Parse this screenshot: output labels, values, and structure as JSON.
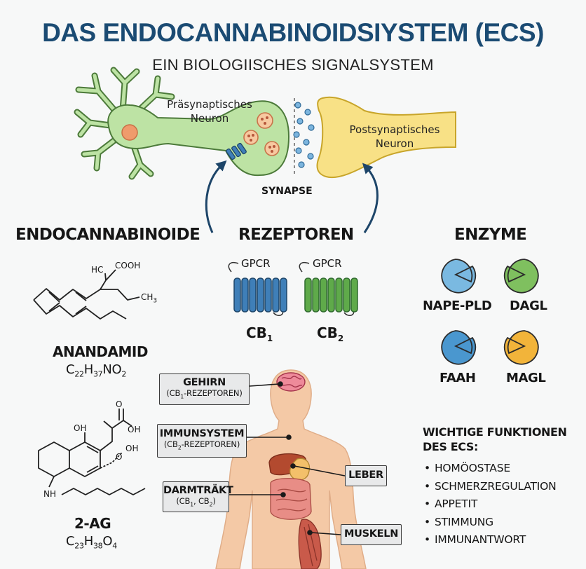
{
  "title": "DAS ENDOCANNABINOIDSIYSTEM (ECS)",
  "subtitle": "EIN BIOLOGIISCHES SIGNALSYSTEM",
  "neurons": {
    "presynaptic": "Präsynaptisches Neuron",
    "postsynaptic": "Postsynaptisches Neuron",
    "synapse": "SYNAPSE"
  },
  "sections": {
    "endocannabinoids": "ENDOCANNABINOIDE",
    "receptors": "REZEPTOREN",
    "enzymes": "ENZYME"
  },
  "molecules": {
    "anandamide": {
      "name": "ANANDAMID",
      "formula": [
        [
          "C",
          "22"
        ],
        [
          "H",
          "37"
        ],
        [
          "NO",
          "2"
        ]
      ],
      "labels": {
        "hc": "HC",
        "cooh": "COOH",
        "ch": "CH",
        "ch_sub": "3"
      }
    },
    "two_ag": {
      "name": "2-AG",
      "formula": [
        [
          "C",
          "23"
        ],
        [
          "H",
          "38"
        ],
        [
          "O",
          "4"
        ]
      ],
      "labels": {
        "o": "O",
        "oh1": "OH",
        "oh2": "OH",
        "oh3": "OH",
        "o2": "O",
        "nh": "NH"
      }
    }
  },
  "receptors": [
    {
      "tag": "GPCR",
      "name": "CB",
      "sub": "1",
      "color": "#3f7fb8"
    },
    {
      "tag": "GPCR",
      "name": "CB",
      "sub": "2",
      "color": "#5faa4a"
    }
  ],
  "enzymes": [
    {
      "name": "NAPE-PLD",
      "color": "#7ab9e1"
    },
    {
      "name": "DAGL",
      "color": "#7fc05f"
    },
    {
      "name": "FAAH",
      "color": "#4a97cf"
    },
    {
      "name": "MAGL",
      "color": "#f2b43a"
    }
  ],
  "body_labels": {
    "brain": {
      "title": "GEHIRN",
      "detail": [
        [
          "(CB",
          "1"
        ],
        [
          "-REZEPTOREN)",
          ""
        ]
      ]
    },
    "immune": {
      "title": "IMMUNSYSTEM",
      "detail": [
        [
          "(CB",
          "2"
        ],
        [
          "-REZEPTOREN)",
          ""
        ]
      ]
    },
    "gut": {
      "title": "DARMTRÄKT",
      "detail": [
        [
          "(CB",
          "1"
        ],
        [
          ", CB",
          "2"
        ],
        [
          ")",
          ""
        ]
      ]
    },
    "liver": "LEBER",
    "muscles": "MUSKELN"
  },
  "functions": {
    "title": "WICHTIGE FUNKTIONEN DES ECS:",
    "items": [
      "HOMÖOSTASE",
      "SCHMERZREGULATION",
      "APPETIT",
      "STIMMUNG",
      "IMMUNANTWORT"
    ]
  },
  "colors": {
    "title": "#1b4b73",
    "pre_neuron": "#bde3a4",
    "post_neuron": "#f8e186",
    "arrow": "#1d4569",
    "skin": "#f4c9a6"
  }
}
